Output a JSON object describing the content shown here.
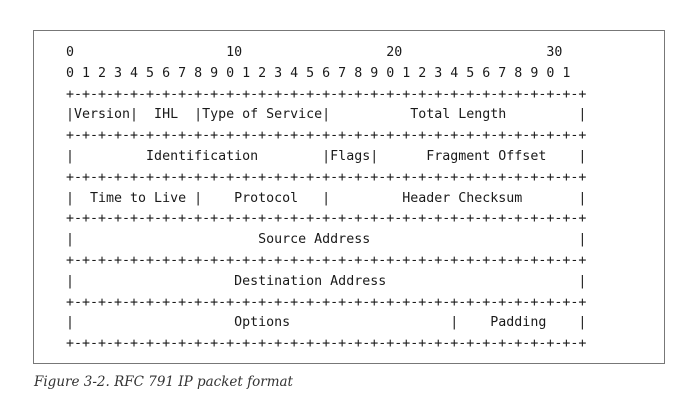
{
  "diagram": {
    "lines": [
      "0                   10                  20                  30",
      "0 1 2 3 4 5 6 7 8 9 0 1 2 3 4 5 6 7 8 9 0 1 2 3 4 5 6 7 8 9 0 1",
      "+-+-+-+-+-+-+-+-+-+-+-+-+-+-+-+-+-+-+-+-+-+-+-+-+-+-+-+-+-+-+-+-+",
      "|Version|  IHL  |Type of Service|          Total Length         |",
      "+-+-+-+-+-+-+-+-+-+-+-+-+-+-+-+-+-+-+-+-+-+-+-+-+-+-+-+-+-+-+-+-+",
      "|         Identification        |Flags|      Fragment Offset    |",
      "+-+-+-+-+-+-+-+-+-+-+-+-+-+-+-+-+-+-+-+-+-+-+-+-+-+-+-+-+-+-+-+-+",
      "|  Time to Live |    Protocol   |         Header Checksum       |",
      "+-+-+-+-+-+-+-+-+-+-+-+-+-+-+-+-+-+-+-+-+-+-+-+-+-+-+-+-+-+-+-+-+",
      "|                       Source Address                          |",
      "+-+-+-+-+-+-+-+-+-+-+-+-+-+-+-+-+-+-+-+-+-+-+-+-+-+-+-+-+-+-+-+-+",
      "|                    Destination Address                        |",
      "+-+-+-+-+-+-+-+-+-+-+-+-+-+-+-+-+-+-+-+-+-+-+-+-+-+-+-+-+-+-+-+-+",
      "|                    Options                    |    Padding    |",
      "+-+-+-+-+-+-+-+-+-+-+-+-+-+-+-+-+-+-+-+-+-+-+-+-+-+-+-+-+-+-+-+-+"
    ]
  },
  "caption": "Figure 3-2. RFC 791 IP packet format"
}
